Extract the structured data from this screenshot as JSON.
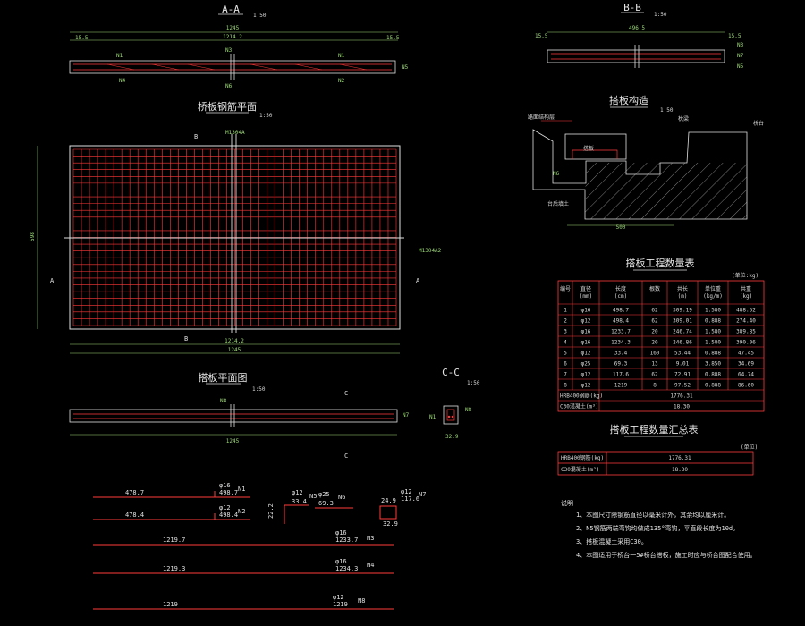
{
  "titles": {
    "section_aa": "A-A",
    "section_aa_scale": "1:50",
    "section_bb": "B-B",
    "section_bb_scale": "1:50",
    "plan": "桥板钢筋平面",
    "plan_scale": "1:50",
    "detail": "搭板构造",
    "detail_scale": "1:50",
    "side": "搭板平面图",
    "side_scale": "1:50",
    "section_cc": "C-C",
    "section_cc_scale": "1:50"
  },
  "dims": {
    "aa_top": "1245",
    "aa_inner": "1214.2",
    "aa_left": "15.5",
    "aa_right": "15.5",
    "bb_top": "496.5",
    "bb_left": "15.5",
    "bb_right": "15.5",
    "plan_bottom_inner": "1214.2",
    "plan_bottom_total": "1245",
    "plan_height": "598",
    "side_total": "1245",
    "cc_w": "32.9"
  },
  "labels": {
    "aa_n1a": "N1",
    "aa_n1b": "N1",
    "aa_n2": "N2",
    "aa_n3": "N3",
    "aa_n4": "N4",
    "aa_n5": "N5",
    "aa_n6": "N6",
    "bb_n7": "N7",
    "bb_n3": "N3",
    "bb_n5": "N5",
    "plan_b": "B",
    "plan_b2": "B",
    "plan_a": "A",
    "plan_a2": "A",
    "plan_top_callout": "M1304A",
    "plan_right_callout": "M1304Λ2",
    "side_n8": "N8",
    "side_n7": "N7",
    "side_c": "C",
    "side_c2": "C",
    "cc_n1": "N1",
    "cc_n8": "N8",
    "detail_a": "路面结构层",
    "detail_b": "搭板",
    "detail_c": "枕梁",
    "detail_d": "桥台",
    "detail_e": "台后填土",
    "detail_n6": "N6",
    "detail_base": "500"
  },
  "rebars": [
    {
      "len": "478.7",
      "dia": "φ16",
      "val": "498.7",
      "mark": "N1"
    },
    {
      "len": "478.4",
      "dia": "φ12",
      "val": "498.4",
      "mark": "N2"
    },
    {
      "len": "1219.7",
      "dia": "φ16",
      "val": "1233.7",
      "mark": "N3"
    },
    {
      "len": "1219.3",
      "dia": "φ16",
      "val": "1234.3",
      "mark": "N4"
    },
    {
      "len": "1219",
      "dia": "φ12",
      "val": "1219",
      "mark": "N8"
    }
  ],
  "small_bars": {
    "n5_dia": "φ12",
    "n5_val": "33.4",
    "n5_h": "22.2",
    "n5_mark": "N5",
    "n6_dia": "φ25",
    "n6_val": "69.3",
    "n6_mark": "N6",
    "n7_dia": "φ12",
    "n7_val": "117.6",
    "n7_a": "24.9",
    "n7_b": "32.9",
    "n7_mark": "N7"
  },
  "table1": {
    "title": "搭板工程数量表",
    "unit": "(单位:kg)",
    "headers": [
      "编号",
      "直径\n(mm)",
      "长度\n(cm)",
      "根数",
      "共长\n(m)",
      "单位重\n(kg/m)",
      "共重\n(kg)"
    ],
    "rows": [
      [
        "1",
        "φ16",
        "498.7",
        "62",
        "309.19",
        "1.580",
        "488.52"
      ],
      [
        "2",
        "φ12",
        "498.4",
        "62",
        "309.01",
        "0.888",
        "274.40"
      ],
      [
        "3",
        "φ16",
        "1233.7",
        "20",
        "246.74",
        "1.580",
        "389.85"
      ],
      [
        "4",
        "φ16",
        "1234.3",
        "20",
        "246.86",
        "1.580",
        "390.06"
      ],
      [
        "5",
        "φ12",
        "33.4",
        "160",
        "53.44",
        "0.888",
        "47.45"
      ],
      [
        "6",
        "φ25",
        "69.3",
        "13",
        "9.01",
        "3.850",
        "34.69"
      ],
      [
        "7",
        "φ12",
        "117.6",
        "62",
        "72.91",
        "0.888",
        "64.74"
      ],
      [
        "8",
        "φ12",
        "1219",
        "8",
        "97.52",
        "0.888",
        "86.60"
      ]
    ],
    "total_label": "HRB400钢筋(kg)",
    "total_value": "1776.31",
    "concrete_label": "C30混凝土(m³)",
    "concrete_value": "18.30"
  },
  "table2": {
    "title": "搭板工程数量汇总表",
    "unit": "(单位)",
    "rows": [
      [
        "HRB400钢筋(kg)",
        "1776.31"
      ],
      [
        "C30混凝土(m³)",
        "18.30"
      ]
    ]
  },
  "notes": {
    "title": "说明",
    "items": [
      "1、本图尺寸除钢筋直径以毫米计外，其余均以厘米计。",
      "2、N5钢筋两端弯钩均做成135°弯钩，平直段长度为10d。",
      "3、搭板混凝土采用C30。",
      "4、本图适用于桥台一5#桥台搭板，施工时应与桥台图配合使用。"
    ]
  }
}
